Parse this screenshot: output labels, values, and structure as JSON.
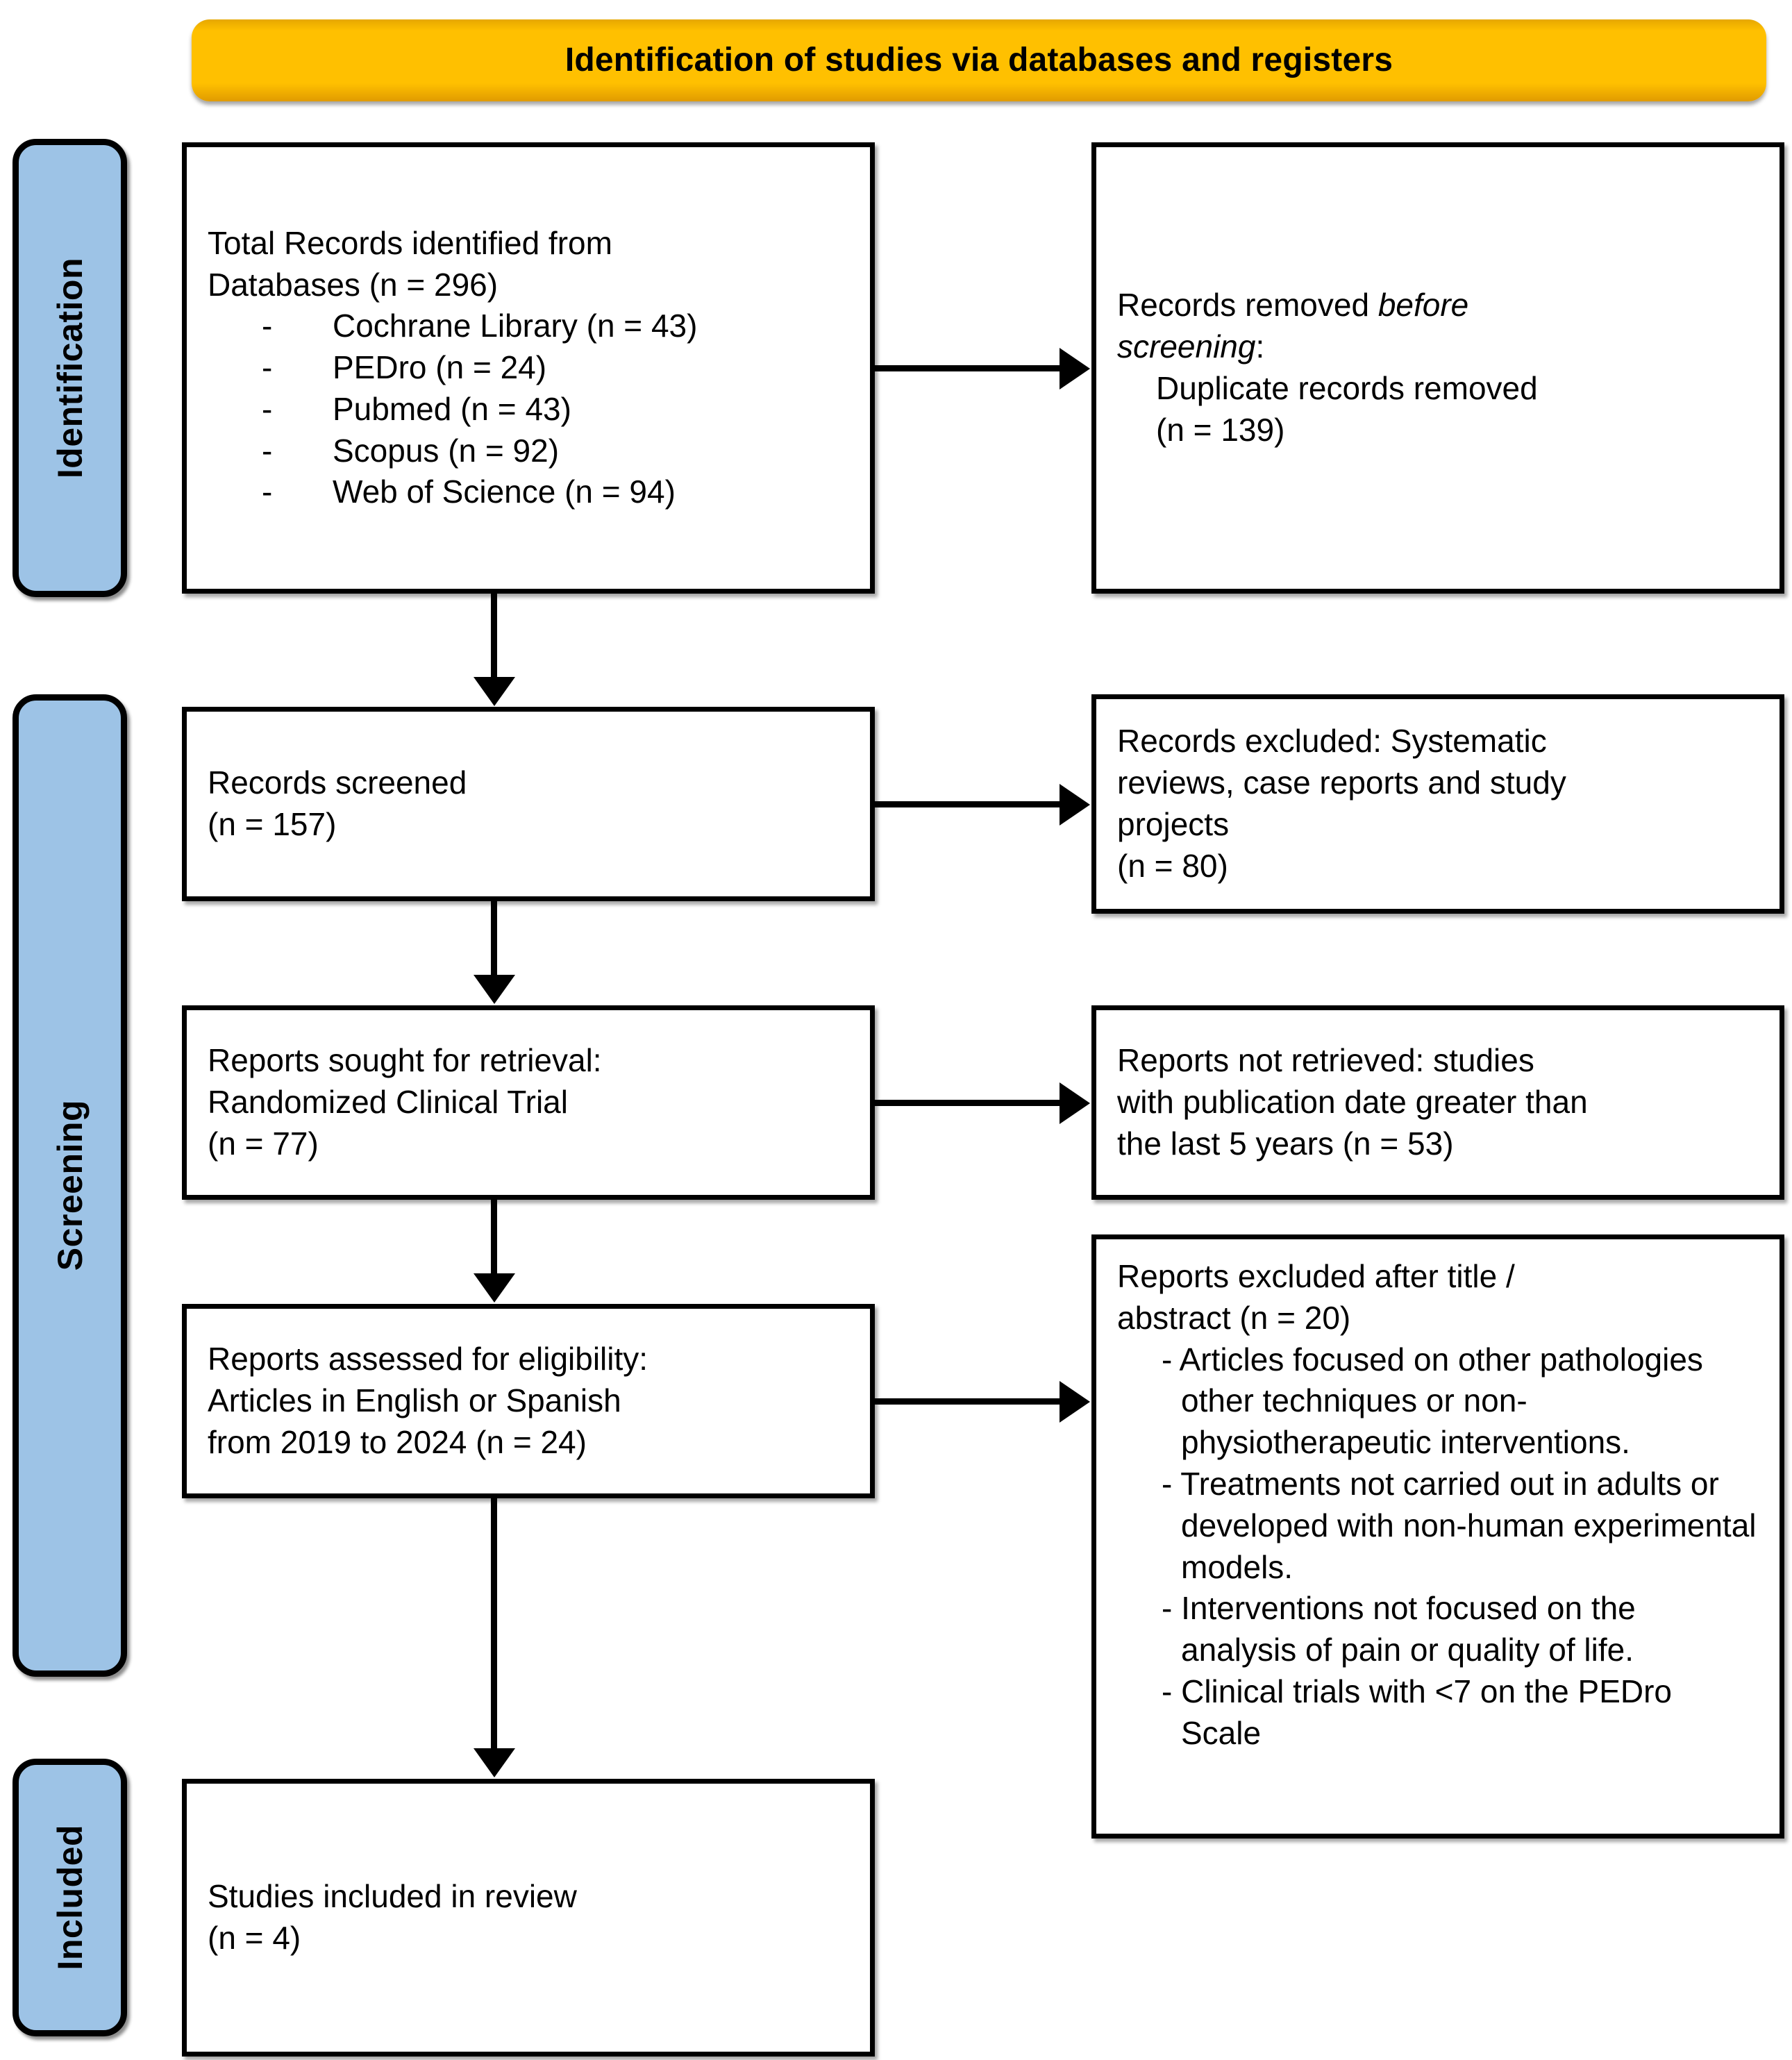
{
  "banner": {
    "title": "Identification of studies via databases and registers",
    "color": "#FFC000"
  },
  "stages": {
    "color": "#9DC3E6",
    "identification": "Identification",
    "screening": "Screening",
    "included": "Included"
  },
  "boxes": {
    "identified": {
      "heading_line_1": "Total Records identified from",
      "heading_line_2": "Databases (n = 296)",
      "dash": "-",
      "sources": [
        "Cochrane Library (n = 43)",
        "PEDro (n = 24)",
        "Pubmed (n = 43)",
        "Scopus (n = 92)",
        "Web of Science (n = 94)"
      ]
    },
    "removed": {
      "line_1_plain": "Records removed ",
      "line_1_italic": "before",
      "line_2_italic": "screening",
      "line_2_plain": ":",
      "line_3": "Duplicate records removed",
      "line_4": "(n = 139)"
    },
    "screened": {
      "line_1": "Records screened",
      "line_2": "(n = 157)"
    },
    "excluded_screening": {
      "line_1": "Records excluded: Systematic",
      "line_2": "reviews, case reports and study",
      "line_3": "projects",
      "line_4": "(n = 80)"
    },
    "sought": {
      "line_1": "Reports sought for retrieval:",
      "line_2": "Randomized Clinical Trial",
      "line_3": "(n = 77)"
    },
    "not_retrieved": {
      "line_1": "Reports not retrieved: studies",
      "line_2": "with publication date greater than",
      "line_3": "the last 5 years (n = 53)"
    },
    "assessed": {
      "line_1": "Reports assessed for eligibility:",
      "line_2": "Articles in English or Spanish",
      "line_3": "from 2019 to 2024 (n = 24)"
    },
    "excluded_title_abstract": {
      "line_1": "Reports excluded after title /",
      "line_2": "abstract (n = 20)",
      "reasons": [
        "- Articles focused on other pathologies other techniques or non-physiotherapeutic interventions.",
        "- Treatments not carried out in adults or developed with non-human experimental models.",
        "- Interventions not focused on the analysis of pain or quality of life.",
        "- Clinical trials with <7 on the PEDro Scale"
      ]
    },
    "included": {
      "line_1": "Studies included in review",
      "line_2": "(n = 4)"
    }
  }
}
